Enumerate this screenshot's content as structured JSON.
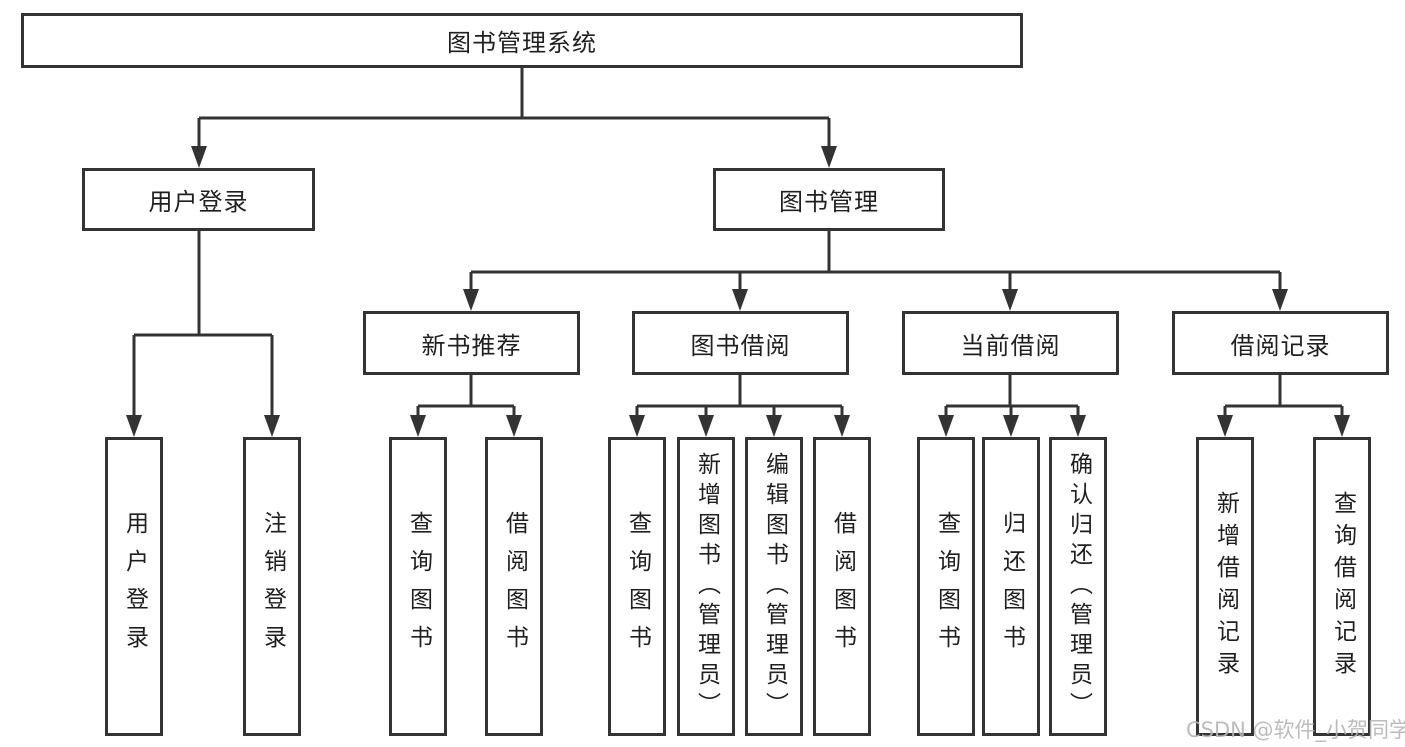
{
  "tree": {
    "root": {
      "label": "图书管理系统"
    },
    "user_login": {
      "label": "用户登录",
      "children": [
        {
          "label": "用户登录"
        },
        {
          "label": "注销登录"
        }
      ]
    },
    "book_management": {
      "label": "图书管理",
      "children": [
        {
          "label": "新书推荐",
          "children": [
            {
              "label": "查询图书"
            },
            {
              "label": "借阅图书"
            }
          ]
        },
        {
          "label": "图书借阅",
          "children": [
            {
              "label": "查询图书"
            },
            {
              "label": "新增图书（管理员）"
            },
            {
              "label": "编辑图书（管理员）"
            },
            {
              "label": "借阅图书"
            }
          ]
        },
        {
          "label": "当前借阅",
          "children": [
            {
              "label": "查询图书"
            },
            {
              "label": "归还图书"
            },
            {
              "label": "确认归还（管理员）"
            }
          ]
        },
        {
          "label": "借阅记录",
          "children": [
            {
              "label": "新增借阅记录"
            },
            {
              "label": "查询借阅记录"
            }
          ]
        }
      ]
    }
  },
  "watermark": "CSDN @软件_小贺同学",
  "colors": {
    "line": "#333333",
    "text": "#1f1f1f",
    "watermark": "#b5b5b5",
    "background": "#ffffff"
  }
}
